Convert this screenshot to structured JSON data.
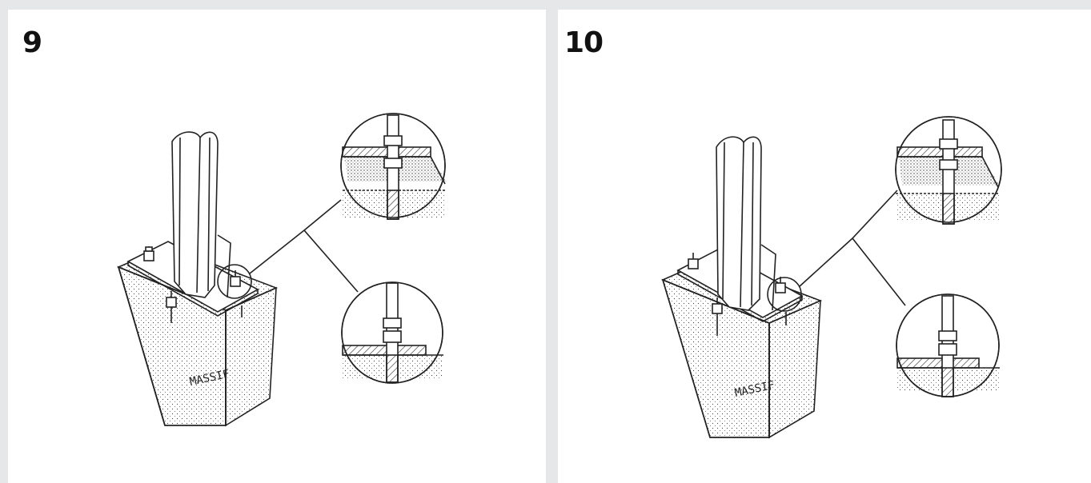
{
  "steps": [
    {
      "number": "9",
      "block_label": "MASSIF"
    },
    {
      "number": "10",
      "block_label": "MASSIF"
    }
  ],
  "colors": {
    "background": "#e6e7e9",
    "panel": "#ffffff",
    "ink": "#222222"
  }
}
